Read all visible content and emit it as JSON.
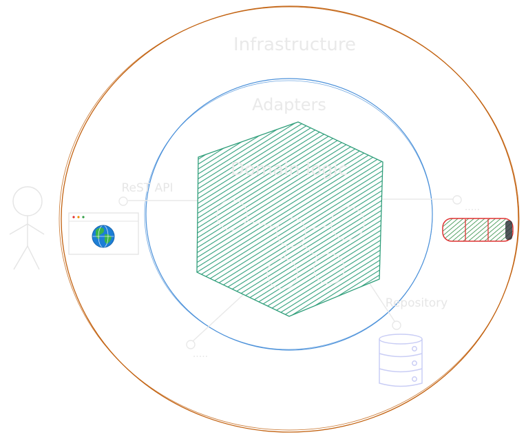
{
  "layers": {
    "infrastructure": "Infrastructure",
    "adapters": "Adapters",
    "domain": "Domain logic"
  },
  "connectors": {
    "rest_api": "ReST API",
    "repository": "Repository",
    "other_right": ".....",
    "other_bottom": "....."
  },
  "icons": {
    "actor": "stick-figure-icon",
    "browser": "browser-window-icon",
    "globe": "globe-icon",
    "battery": "battery-icon",
    "database": "database-icon"
  },
  "colors": {
    "infrastructure_ring": "#c2610f",
    "adapters_ring": "#4a90d9",
    "domain_hatch": "#2f9e7a",
    "faded_text": "#e9e9e9",
    "database": "#c9cdf5",
    "battery_outline": "#e03131",
    "battery_fill": "#2b8a3e"
  }
}
